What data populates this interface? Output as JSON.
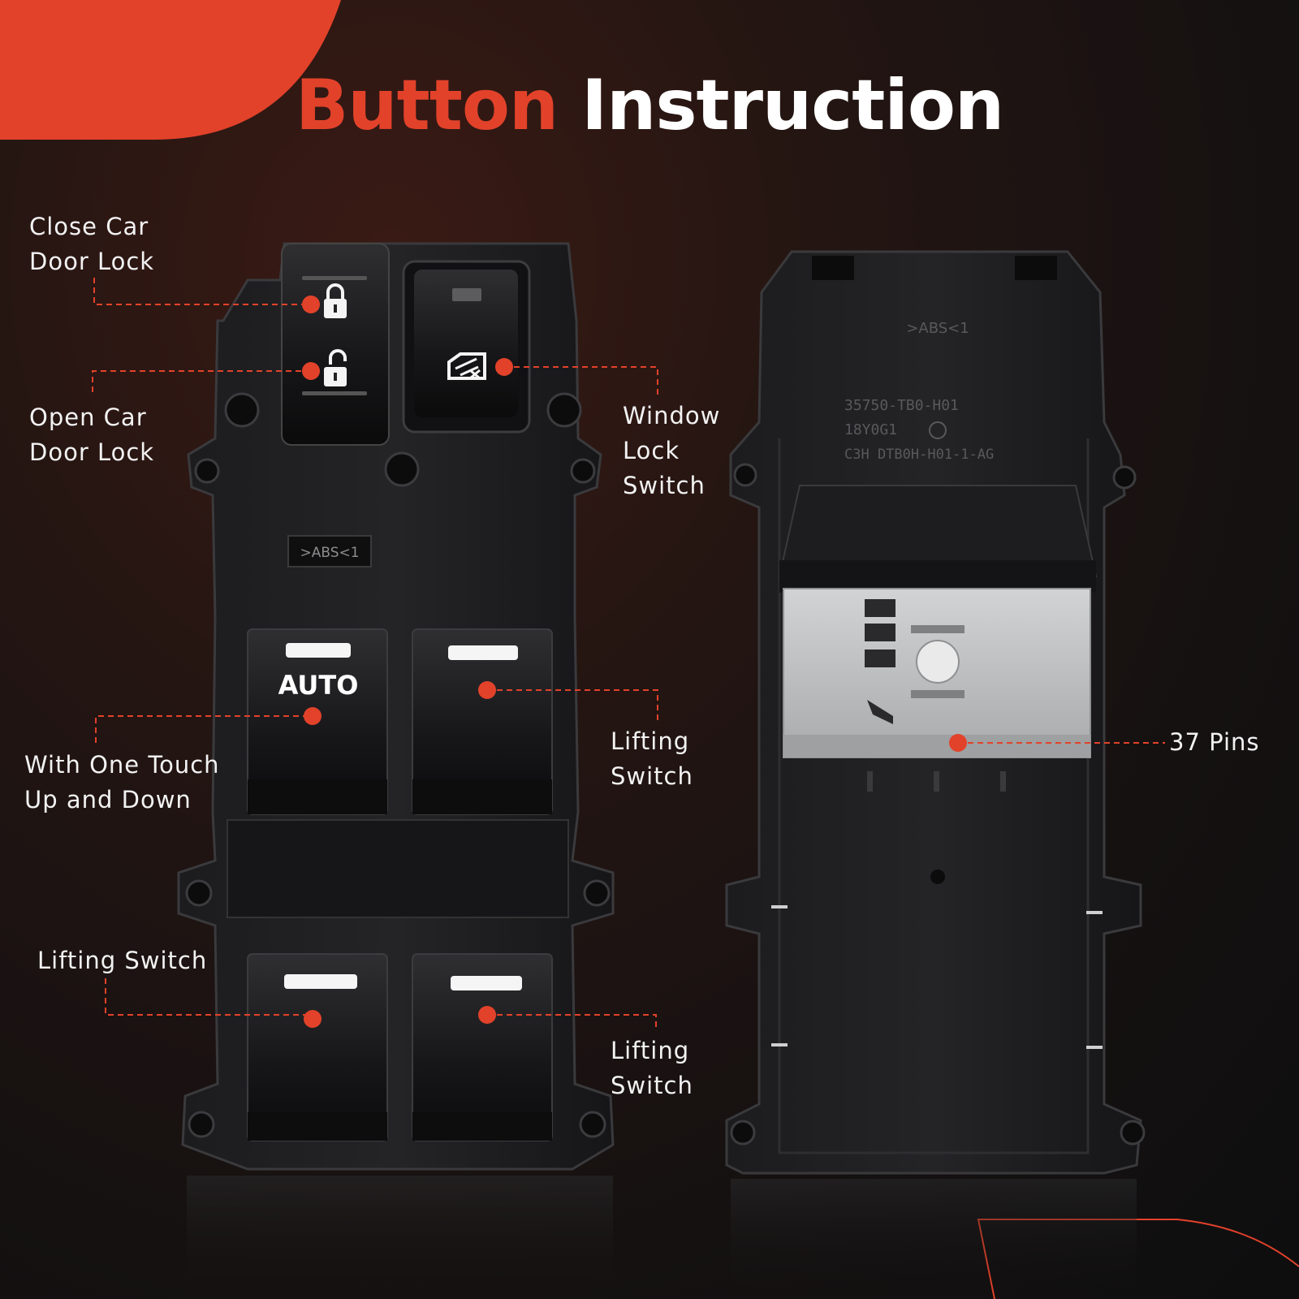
{
  "title": {
    "accent": "Button",
    "main": "Instruction"
  },
  "colors": {
    "accent": "#e2422a",
    "background": "#1b1313",
    "text": "#f2f2f2",
    "part": "#1a1a1c",
    "connector": "#b9babc"
  },
  "front_panel": {
    "lock_icon": "lock-closed-icon",
    "unlock_icon": "lock-open-icon",
    "window_lock_icon": "window-lock-icon",
    "auto_badge": "AUTO",
    "mold_mark": ">ABS<1"
  },
  "back_panel": {
    "mold_mark": ">ABS<1",
    "part_number": "35750-TB0-H01",
    "date_code": "18Y0G1",
    "mold_code": "C3H DTB0H-H01-1-AG"
  },
  "callouts": [
    {
      "id": "close-lock",
      "lines": [
        "Close Car",
        "Door Lock"
      ]
    },
    {
      "id": "open-lock",
      "lines": [
        "Open Car",
        "Door Lock"
      ]
    },
    {
      "id": "window-lock",
      "lines": [
        "Window",
        "Lock",
        "Switch"
      ]
    },
    {
      "id": "auto-switch",
      "lines": [
        "With One Touch",
        "Up and Down"
      ]
    },
    {
      "id": "lifting-1",
      "lines": [
        "Lifting",
        "Switch"
      ]
    },
    {
      "id": "lifting-2",
      "lines": [
        "Lifting Switch"
      ]
    },
    {
      "id": "lifting-3",
      "lines": [
        "Lifting",
        "Switch"
      ]
    },
    {
      "id": "pins",
      "lines": [
        "37 Pins"
      ]
    }
  ]
}
